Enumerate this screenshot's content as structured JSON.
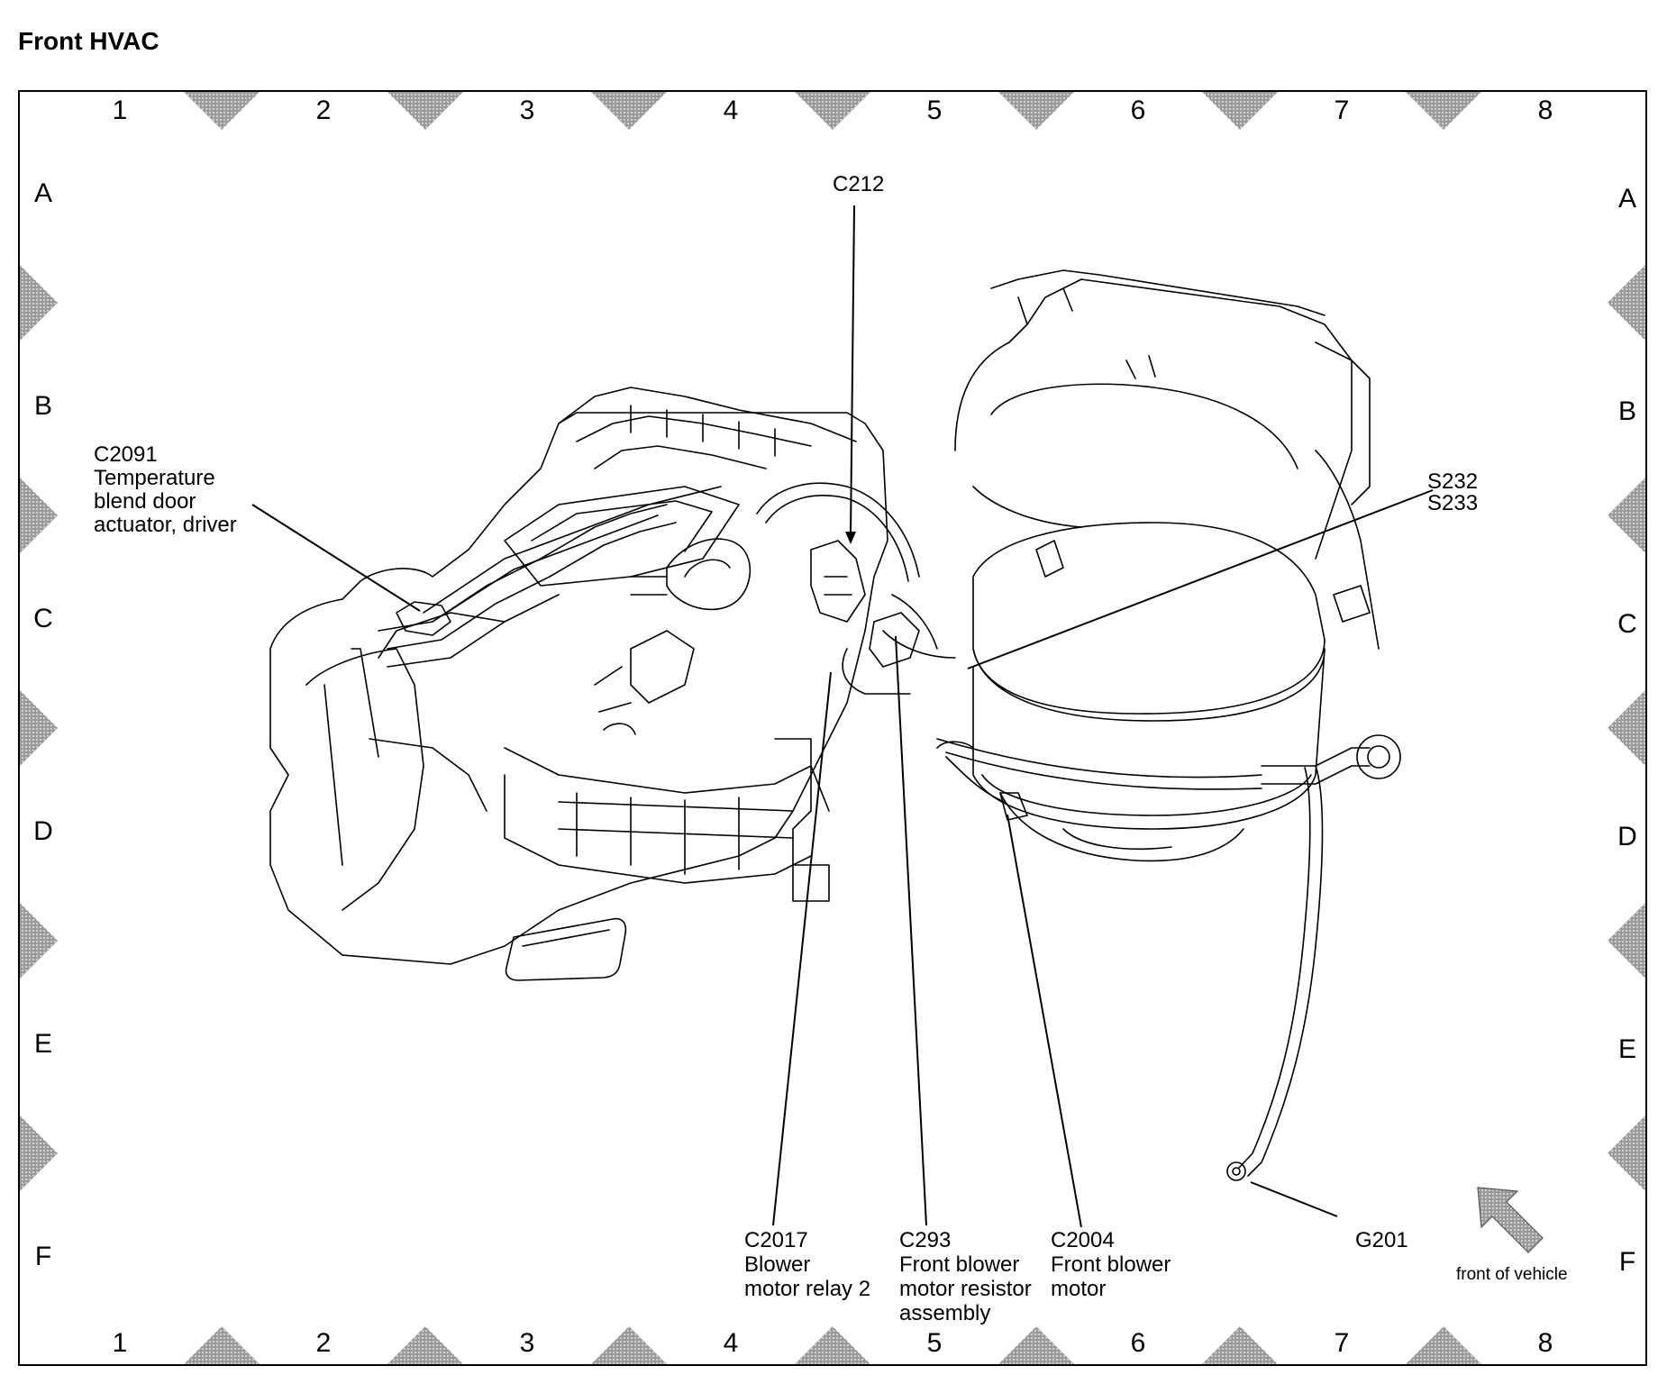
{
  "title": "Front HVAC",
  "grid": {
    "columns": [
      "1",
      "2",
      "3",
      "4",
      "5",
      "6",
      "7",
      "8"
    ],
    "rows": [
      "A",
      "B",
      "C",
      "D",
      "E",
      "F"
    ]
  },
  "callouts": {
    "c212": [
      "C212"
    ],
    "c2091": [
      "C2091",
      "Temperature",
      "blend door",
      "actuator, driver"
    ],
    "s232_s233": [
      "S232",
      "S233"
    ],
    "c2017": [
      "C2017",
      "Blower",
      "motor relay 2"
    ],
    "c293": [
      "C293",
      "Front blower",
      "motor resistor",
      "assembly"
    ],
    "c2004": [
      "C2004",
      "Front blower",
      "motor"
    ],
    "g201": [
      "G201"
    ]
  },
  "orientation": {
    "label": "front of vehicle",
    "icon": "arrow-up-left-icon"
  },
  "colors": {
    "ink": "#000000",
    "marker": "#8a8a8a",
    "paper": "#ffffff"
  }
}
